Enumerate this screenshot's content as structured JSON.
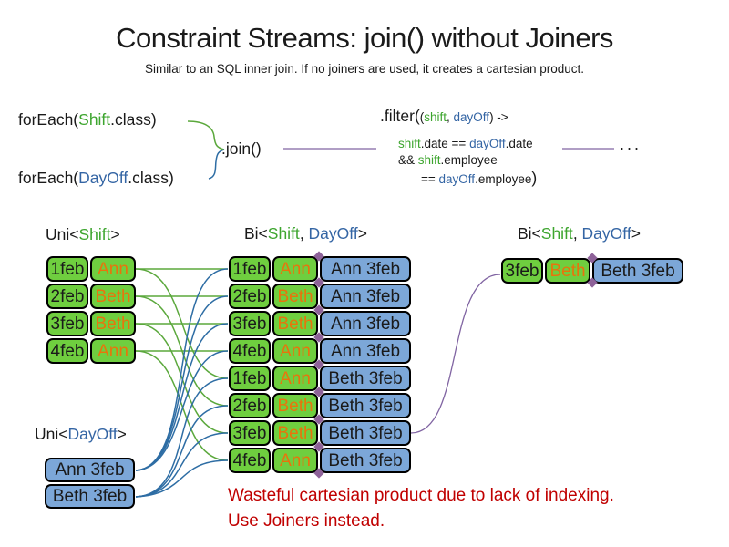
{
  "title": "Constraint Streams: join() without Joiners",
  "subtitle": "Similar to an SQL inner join. If no joiners are used, it creates a cartesian product.",
  "code": {
    "foreach_shift": {
      "pre": "forEach(",
      "cls": "Shift",
      "post": ".class)"
    },
    "foreach_dayoff": {
      "pre": "forEach(",
      "cls": "DayOff",
      "post": ".class)"
    },
    "join": ".join()",
    "filter_head": ".filter(",
    "filter_params": {
      "open": "(",
      "shift": "shift",
      "sep": ", ",
      "dayoff": "dayOff",
      "close": ") ->"
    },
    "filter_line2": {
      "shift": "shift",
      "mid": ".date == ",
      "dayoff": "dayOff",
      "end": ".date"
    },
    "filter_line3": {
      "pre": "&& ",
      "shift": "shift",
      "end": ".employee"
    },
    "filter_line4": {
      "pre": "== ",
      "dayoff": "dayOff",
      "end": ".employee",
      "close": ")"
    },
    "ellipsis": "..."
  },
  "uni_shift": {
    "label": {
      "pre": "Uni<",
      "cls": "Shift",
      "post": ">"
    },
    "rows": [
      {
        "date": "1feb",
        "employee": "Ann"
      },
      {
        "date": "2feb",
        "employee": "Beth"
      },
      {
        "date": "3feb",
        "employee": "Beth"
      },
      {
        "date": "4feb",
        "employee": "Ann"
      }
    ]
  },
  "uni_dayoff": {
    "label": {
      "pre": "Uni<",
      "cls": "DayOff",
      "post": ">"
    },
    "rows": [
      {
        "value": "Ann 3feb"
      },
      {
        "value": "Beth 3feb"
      }
    ]
  },
  "bi_join": {
    "label": {
      "pre": "Bi<",
      "shift": "Shift",
      "sep": ", ",
      "dayoff": "DayOff",
      "post": ">"
    },
    "rows": [
      {
        "date": "1feb",
        "employee": "Ann",
        "dayoff": "Ann 3feb"
      },
      {
        "date": "2feb",
        "employee": "Beth",
        "dayoff": "Ann 3feb"
      },
      {
        "date": "3feb",
        "employee": "Beth",
        "dayoff": "Ann 3feb"
      },
      {
        "date": "4feb",
        "employee": "Ann",
        "dayoff": "Ann 3feb"
      },
      {
        "date": "1feb",
        "employee": "Ann",
        "dayoff": "Beth 3feb"
      },
      {
        "date": "2feb",
        "employee": "Beth",
        "dayoff": "Beth 3feb"
      },
      {
        "date": "3feb",
        "employee": "Beth",
        "dayoff": "Beth 3feb"
      },
      {
        "date": "4feb",
        "employee": "Ann",
        "dayoff": "Beth 3feb"
      }
    ]
  },
  "bi_filtered": {
    "label": {
      "pre": "Bi<",
      "shift": "Shift",
      "sep": ", ",
      "dayoff": "DayOff",
      "post": ">"
    },
    "rows": [
      {
        "date": "3feb",
        "employee": "Beth",
        "dayoff": "Beth 3feb"
      }
    ]
  },
  "warning": {
    "line1": "Wasteful cartesian product due to lack of indexing.",
    "line2": "Use Joiners instead."
  },
  "colors": {
    "box-green": "#6FCE3F",
    "box-blue": "#7CA7D8",
    "text-orange": "#E8740C",
    "text-green": "#3DA52E",
    "text-blue": "#3465A4",
    "line-green": "#5BA83C",
    "line-blue": "#2E6DA4",
    "line-purple": "#8064A2",
    "diamond": "#8E6299",
    "text-red": "#C00000"
  }
}
